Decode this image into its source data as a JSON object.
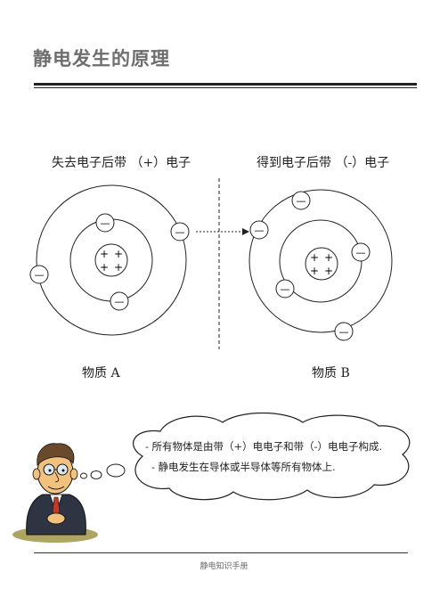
{
  "page": {
    "title": "静电发生的原理",
    "footer": "静电知识手册"
  },
  "diagram": {
    "left_caption": "失去电子后带 （+）电子",
    "right_caption": "得到电子后带 （-）电子",
    "left_material": "物质 A",
    "right_material": "物质 B",
    "nucleus_symbol": "+",
    "electron_symbol": "—"
  },
  "speech": {
    "line1": "- 所有物体是由带（+）电电子和带（-）电电子构成.",
    "line2": "- 静电发生在导体或半导体等所有物体上."
  }
}
